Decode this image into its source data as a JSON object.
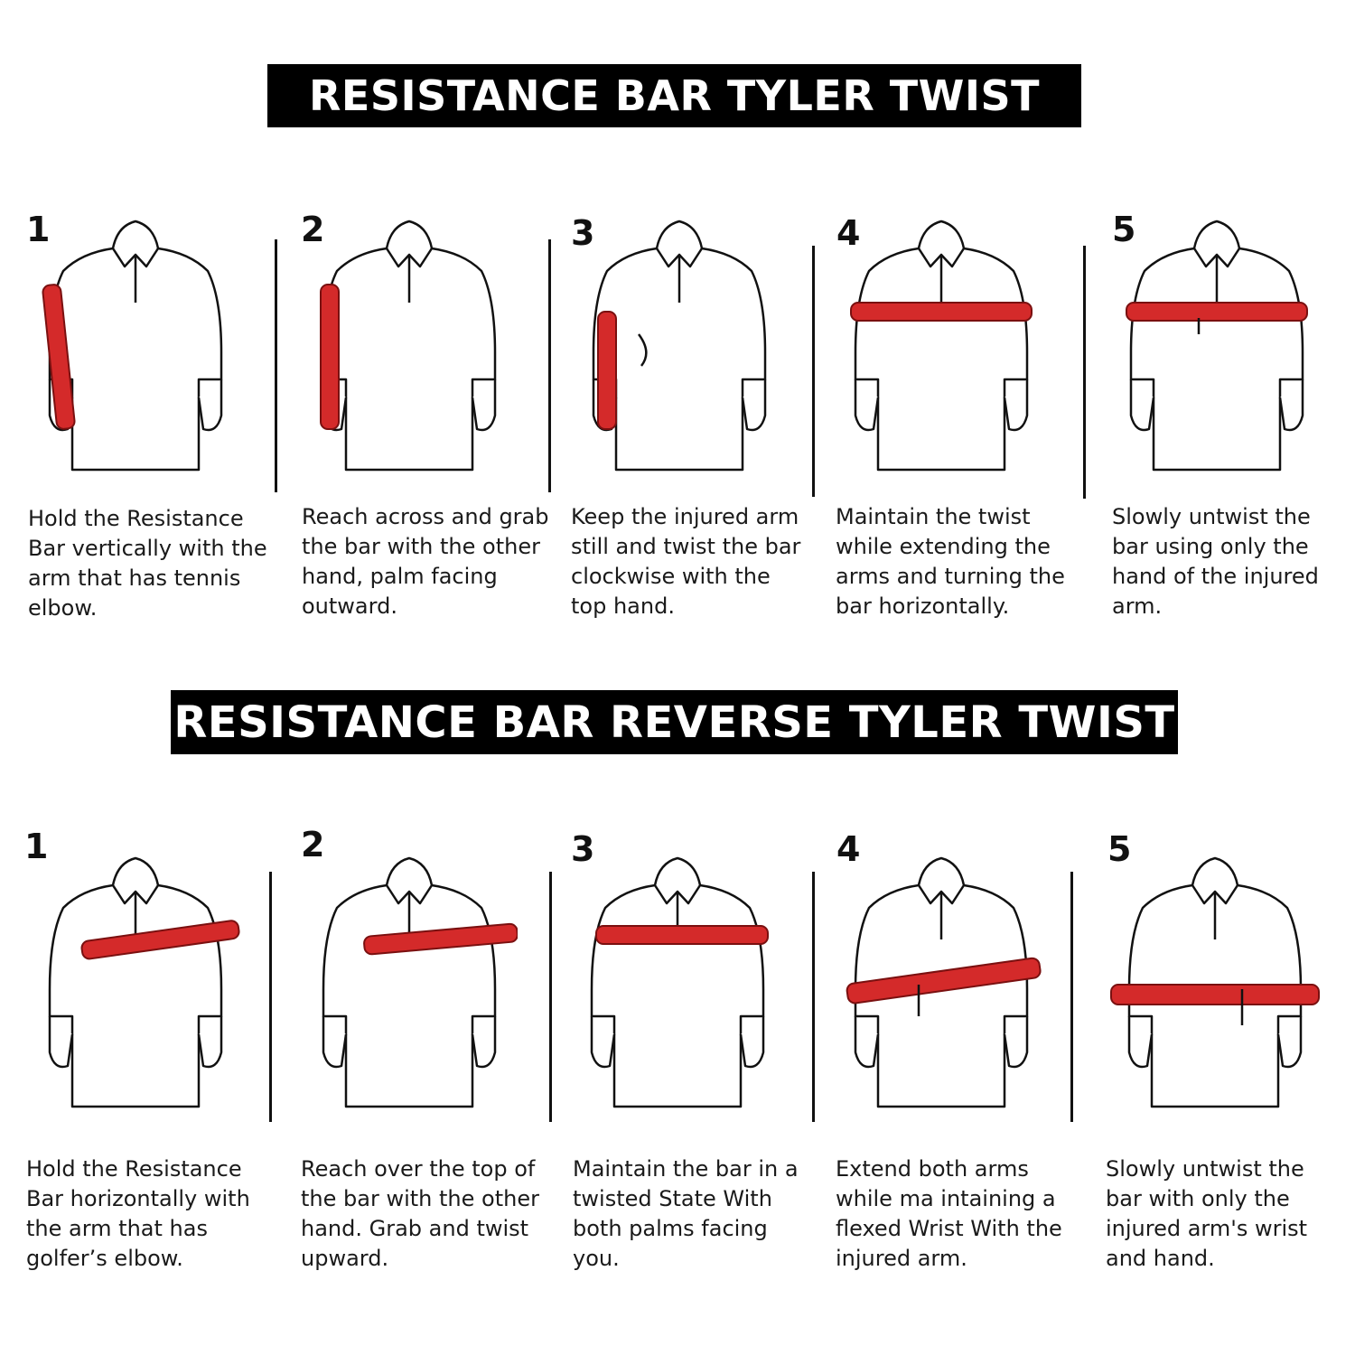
{
  "sections": [
    {
      "title": "RESISTANCE BAR TYLER TWIST",
      "steps": [
        {
          "number": "1",
          "text": "Hold the Resistance Bar vertically with the arm that has tennis elbow."
        },
        {
          "number": "2",
          "text": "Reach across and grab the bar with the other hand, palm facing outward."
        },
        {
          "number": "3",
          "text": "Keep the injured arm still and twist the bar clockwise with the top hand."
        },
        {
          "number": "4",
          "text": "Maintain the twist while extending the arms and turning the bar horizontally."
        },
        {
          "number": "5",
          "text": "Slowly untwist the bar using only the hand of the injured arm."
        }
      ]
    },
    {
      "title": "RESISTANCE BAR REVERSE TYLER TWIST",
      "steps": [
        {
          "number": "1",
          "text": "Hold the Resistance Bar horizontally with the arm that has golfer’s elbow."
        },
        {
          "number": "2",
          "text": "Reach over the top of the bar with the other hand. Grab and twist upward."
        },
        {
          "number": "3",
          "text": "Maintain the bar in a twisted State With both palms facing you."
        },
        {
          "number": "4",
          "text": "Extend both arms while ma intaining a flexed Wrist With the injured arm."
        },
        {
          "number": "5",
          "text": "Slowly untwist the bar with only the injured arm's wrist and hand."
        }
      ]
    }
  ],
  "colors": {
    "bar": "#d42a2a",
    "title_bg": "#000000",
    "title_fg": "#ffffff"
  }
}
